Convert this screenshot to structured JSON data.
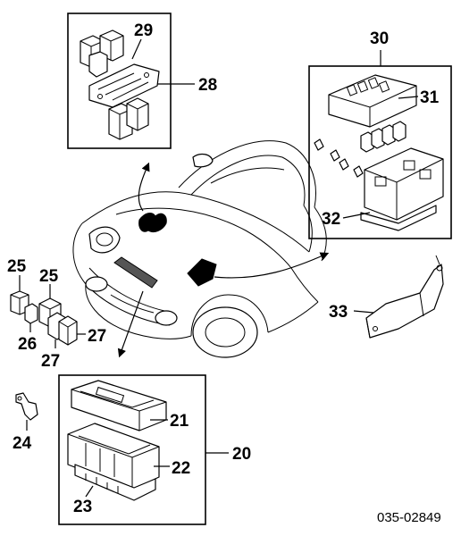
{
  "diagram_code": "035-02849",
  "callouts": {
    "c20": "20",
    "c21": "21",
    "c22": "22",
    "c23": "23",
    "c24": "24",
    "c25a": "25",
    "c25b": "25",
    "c26": "26",
    "c27a": "27",
    "c27b": "27",
    "c28": "28",
    "c29": "29",
    "c30": "30",
    "c31": "31",
    "c32": "32",
    "c33": "33"
  }
}
